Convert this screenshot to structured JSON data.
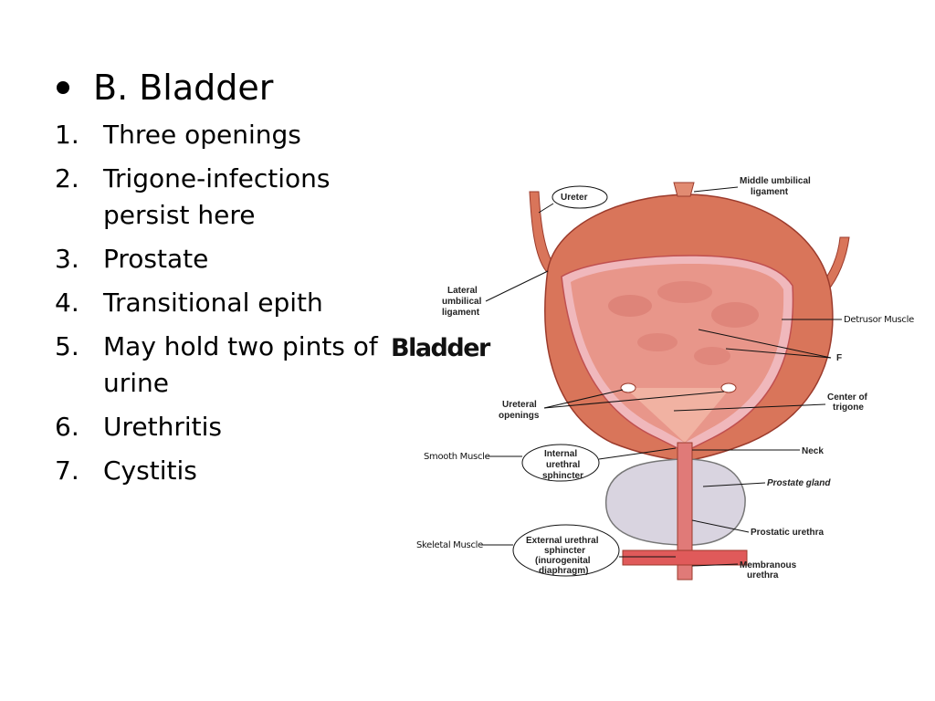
{
  "heading": "B.  Bladder",
  "items": [
    {
      "num": "1.",
      "text": "Three openings"
    },
    {
      "num": "2.",
      "text": "Trigone-infections persist here"
    },
    {
      "num": "3.",
      "text": "Prostate"
    },
    {
      "num": "4.",
      "text": "Transitional epith"
    },
    {
      "num": "5.",
      "text": "May hold two pints of urine"
    },
    {
      "num": "6.",
      "text": "Urethritis"
    },
    {
      "num": "7.",
      "text": "Cystitis"
    }
  ],
  "figure": {
    "title": "Bladder",
    "labels": {
      "ureter": "Ureter",
      "middle_umbilical_1": "Middle umbilical",
      "middle_umbilical_2": "ligament",
      "lateral_umbilical_1": "Lateral",
      "lateral_umbilical_2": "umbilical",
      "lateral_umbilical_3": "ligament",
      "detrusor": "Detrusor Muscle",
      "f": "F",
      "ureteral_openings_1": "Ureteral",
      "ureteral_openings_2": "openings",
      "trigone_1": "Center of",
      "trigone_2": "trigone",
      "smooth_muscle": "Smooth Muscle",
      "internal_sphincter_1": "Internal",
      "internal_sphincter_2": "urethral",
      "internal_sphincter_3": "sphincter",
      "neck": "Neck",
      "prostate_gland": "Prostate gland",
      "skeletal_muscle": "Skeletal Muscle",
      "external_sphincter_1": "External urethral",
      "external_sphincter_2": "sphincter",
      "external_sphincter_3": "(inurogenital",
      "external_sphincter_4": "diaphragm)",
      "prostatic_urethra": "Prostatic urethra",
      "membranous_urethra_1": "Membranous",
      "membranous_urethra_2": "urethra"
    },
    "colors": {
      "muscle": "#d9755a",
      "interior": "#e8968a",
      "wall": "#f0b8bc",
      "prostate": "#d9d4e0"
    }
  }
}
